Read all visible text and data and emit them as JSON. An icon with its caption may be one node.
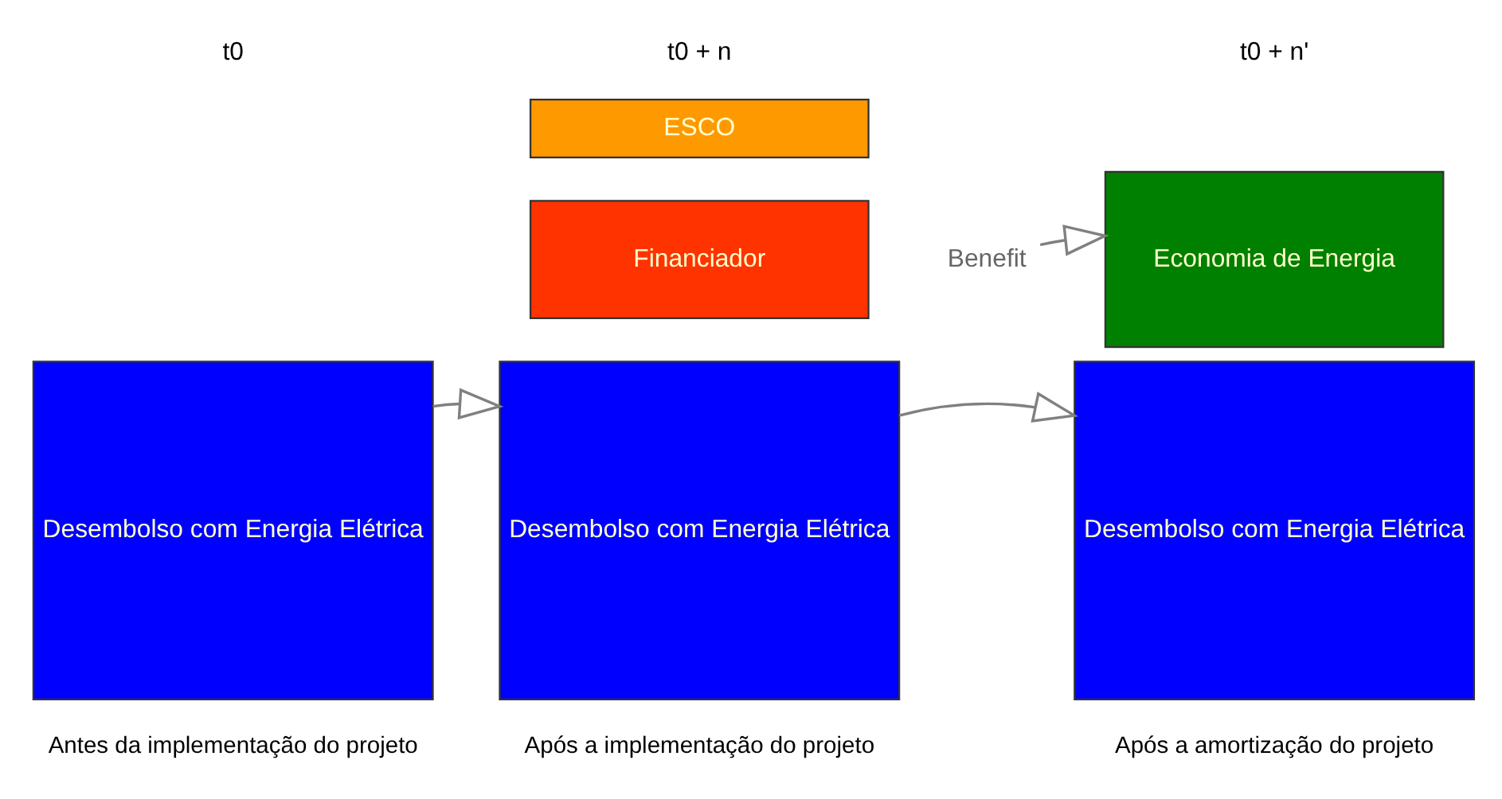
{
  "diagram": {
    "nodes": [
      {
        "text": [
          "Desembolso com Energia Elétrica"
        ],
        "beside": [
          "Antes da implementação do projeto"
        ]
      },
      {
        "text": [
          "ESCO"
        ]
      },
      {
        "text": [
          "Financiador"
        ]
      },
      {
        "text": [
          "Desembolso com Energia Elétrica"
        ],
        "beside": [
          "Após a implementação do projeto"
        ]
      },
      {
        "text": [
          "Benefit"
        ]
      },
      {
        "text": [
          "Economia de Energia"
        ]
      },
      {
        "text": [
          "Desembolso com Energia Elétrica"
        ],
        "beside": [
          "Após a amortização do projeto"
        ]
      }
    ],
    "edges": [
      {
        "from": 0,
        "to": 3,
        "arrow": "to"
      },
      {
        "from": 4,
        "to": 5,
        "arrow": "to"
      },
      {
        "from": 3,
        "to": 6,
        "arrow": "to"
      }
    ],
    "labels": [
      "t0",
      "t0 + n",
      "t0 + n'"
    ]
  }
}
